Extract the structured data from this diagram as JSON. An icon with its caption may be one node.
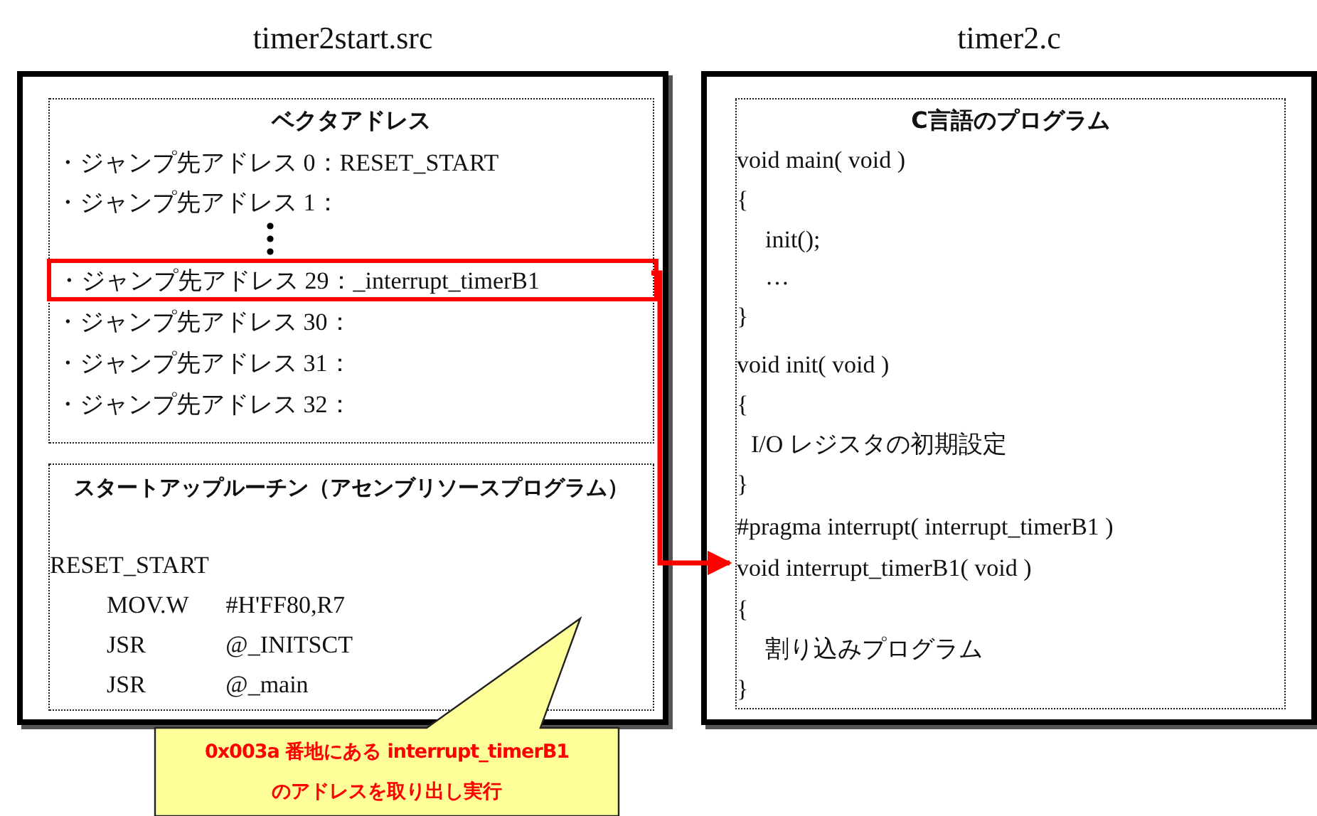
{
  "diagram": {
    "nodes": [
      {
        "text": [
          "timer2start.src"
        ]
      },
      {
        "text": [
          "ベクタアドレス",
          "・ジャンプ先アドレス 0：RESET_START",
          "・ジャンプ先アドレス 1：",
          "・ジャンプ先アドレス 30：",
          "・ジャンプ先アドレス 31：",
          "・ジャンプ先アドレス 32："
        ],
        "in": 0
      },
      {
        "text": [
          "・ジャンプ先アドレス 29：_interrupt_timerB1"
        ],
        "in": 1
      },
      {
        "text": [
          "スタートアップルーチン（アセンブリソースプログラム）",
          "RESET_START",
          "MOV.W #H'FF80,R7",
          "JSR @_INITSCT",
          "JSR @_main"
        ],
        "in": 0
      },
      {
        "text": [
          "timer2.c"
        ]
      },
      {
        "text": [
          "C言語のプログラム",
          "void main( void )",
          "{",
          "init();",
          "…",
          "}",
          "void init( void )",
          "{",
          "I/O レジスタの初期設定",
          "}",
          "#pragma interrupt( interrupt_timerB1 )",
          "{",
          "割り込みプログラム",
          "}"
        ],
        "in": 4
      },
      {
        "text": [
          "void interrupt_timerB1( void )"
        ],
        "in": 5
      },
      {
        "text": [
          "0x003a 番地にある interrupt_timerB1 のアドレスを取り出し実行"
        ]
      }
    ],
    "edges": [
      {
        "from": 2,
        "to": 6,
        "arrow": "to",
        "color": "#ff0000"
      }
    ]
  }
}
